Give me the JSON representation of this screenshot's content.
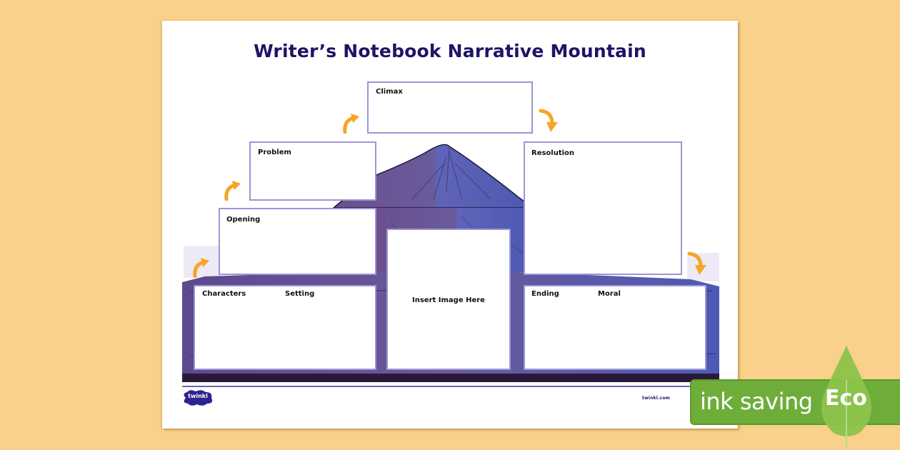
{
  "worksheet": {
    "title": "Writer’s Notebook Narrative Mountain",
    "boxes": {
      "climax": "Climax",
      "problem": "Problem",
      "opening": "Opening",
      "resolution": "Resolution",
      "characters": "Characters",
      "setting": "Setting",
      "insert_image": "Insert Image Here",
      "ending": "Ending",
      "moral": "Moral"
    },
    "footer": {
      "logo_text": "twinkl",
      "url": "twinkl.com"
    }
  },
  "badge": {
    "text": "ink saving",
    "leaf_label": "Eco"
  },
  "colors": {
    "background": "#f9d18a",
    "title": "#1c1466",
    "box_border": "#9c96d6",
    "arrow": "#f5a623",
    "mountain": "#5a52a8",
    "eco_green": "#6fad3b",
    "leaf_green": "#8cc34a"
  }
}
